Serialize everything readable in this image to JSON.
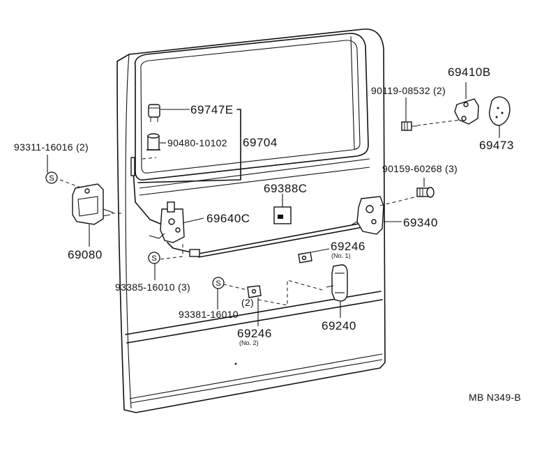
{
  "diagram": {
    "callouts": {
      "p69410b": "69410B",
      "p90119": "90119-08532 (2)",
      "p69473": "69473",
      "p69747e": "69747E",
      "p90480": "90480-10102",
      "p69704": "69704",
      "p93311": "93311-16016 (2)",
      "p90159": "90159-60268 (3)",
      "p69388c": "69388C",
      "p69640c": "69640C",
      "p69340": "69340",
      "p69080": "69080",
      "p69246a": "69246",
      "p69246a_note": "(No. 1)",
      "p93385": "93385-16010 (3)",
      "p93381": "93381-16010",
      "p93381_qty": "(2)",
      "p69246b": "69246",
      "p69246b_note": "(No. 2)",
      "p69240": "69240"
    },
    "symbol_letter": "S",
    "drawing_code": "MB N349-B"
  }
}
